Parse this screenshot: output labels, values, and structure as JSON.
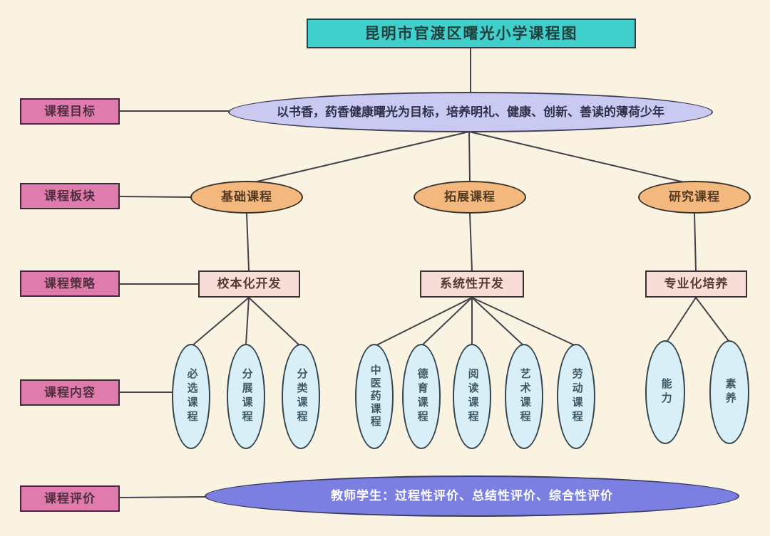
{
  "title": {
    "label": "昆明市官渡区曙光小学课程图"
  },
  "row_labels": {
    "goal": "课程目标",
    "module": "课程板块",
    "strategy": "课程策略",
    "content": "课程内容",
    "evaluation": "课程评价"
  },
  "goal": {
    "text": "以书香，药香健康曙光为目标，培养明礼、健康、创新、善读的薄荷少年"
  },
  "modules": [
    {
      "label": "基础课程"
    },
    {
      "label": "拓展课程"
    },
    {
      "label": "研究课程"
    }
  ],
  "strategies": [
    {
      "label": "校本化开发"
    },
    {
      "label": "系统性开发"
    },
    {
      "label": "专业化培养"
    }
  ],
  "contents": {
    "basic": [
      "必选课程",
      "分展课程",
      "分类课程"
    ],
    "extension": [
      "中医药课程",
      "德育课程",
      "阅读课程",
      "艺术课程",
      "劳动课程"
    ],
    "research": [
      "能力",
      "素养"
    ]
  },
  "evaluation": {
    "text": "教师学生：过程性评价、总结性评价、综合性评价"
  },
  "colors": {
    "background": "#fbf3e2",
    "title_fill": "#41cfcb",
    "row_label_fill": "#e07bad",
    "goal_fill": "#c9c9f2",
    "module_fill": "#f2b87d",
    "strategy_fill": "#f8dcd8",
    "content_fill": "#d9eff7",
    "evaluation_fill": "#7b7fe1",
    "connector_line": "#41454b"
  }
}
